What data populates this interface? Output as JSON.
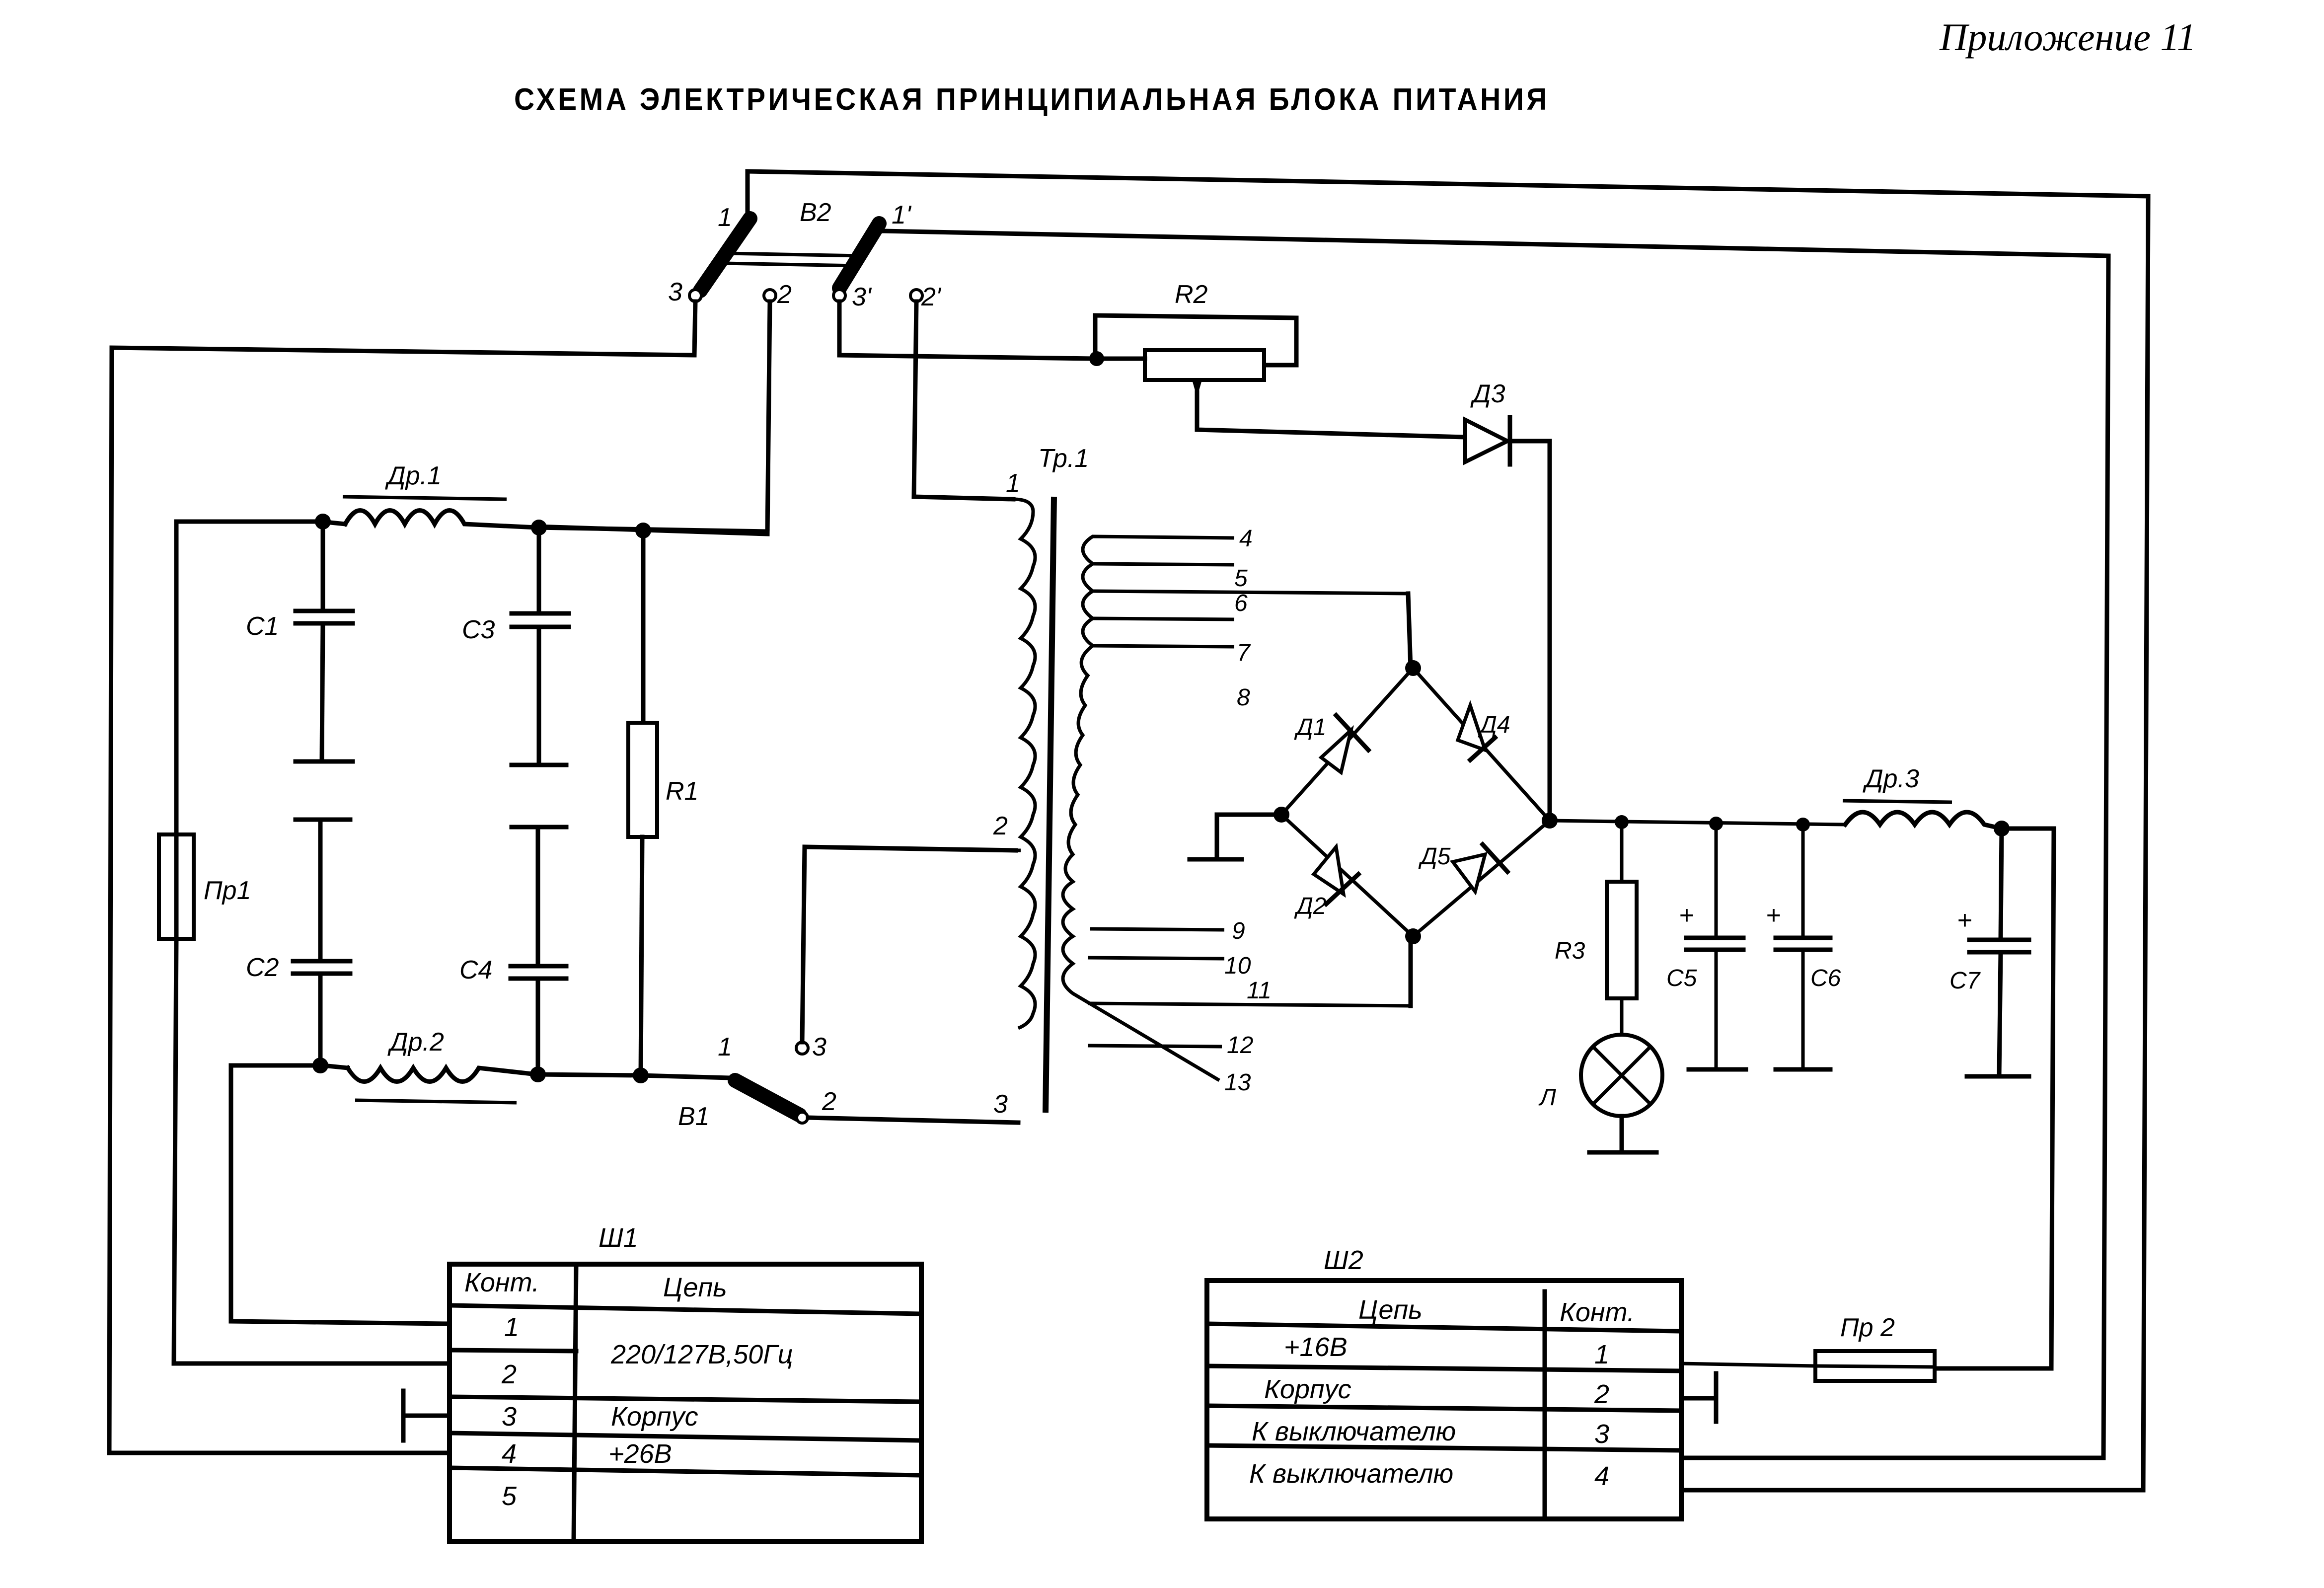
{
  "header": {
    "appendix": "Приложение 11",
    "title": "СХЕМА ЭЛЕКТРИЧЕСКАЯ ПРИНЦИПИАЛЬНАЯ БЛОКА ПИТАНИЯ"
  },
  "components": {
    "switch_b2": {
      "label": "В2",
      "pins": [
        "1",
        "2",
        "3",
        "1'",
        "2'",
        "3'"
      ]
    },
    "switch_b1": {
      "label": "В1",
      "pins": [
        "1",
        "2",
        "3"
      ]
    },
    "r1": "R1",
    "r2": "R2",
    "r3": "R3",
    "c1": "С1",
    "c2": "С2",
    "c3": "С3",
    "c4": "С4",
    "c5": "С5",
    "c6": "С6",
    "c7": "С7",
    "dr1": "Др.1",
    "dr2": "Др.2",
    "dr3": "Др.3",
    "fuse1": "Пр1",
    "fuse2": "Пр 2",
    "d1": "Д1",
    "d2": "Д2",
    "d3": "Д3",
    "d4": "Д4",
    "d5": "Д5",
    "lamp": "Л",
    "transformer": {
      "label": "Тр.1",
      "primary_taps": [
        "1",
        "2",
        "3"
      ],
      "secondary_taps": [
        "4",
        "5",
        "6",
        "7",
        "8",
        "9",
        "10",
        "11",
        "12",
        "13"
      ]
    },
    "plus_sign": "+"
  },
  "connector_sh1": {
    "label": "Ш1",
    "headers": [
      "Конт.",
      "Цепь"
    ],
    "rows": [
      {
        "contact": "1",
        "circuit": "220/127В,50Гц"
      },
      {
        "contact": "2",
        "circuit": ""
      },
      {
        "contact": "3",
        "circuit": "Корпус"
      },
      {
        "contact": "4",
        "circuit": "+26В"
      },
      {
        "contact": "5",
        "circuit": ""
      }
    ]
  },
  "connector_sh2": {
    "label": "Ш2",
    "headers": [
      "Цепь",
      "Конт."
    ],
    "rows": [
      {
        "circuit": "+16В",
        "contact": "1"
      },
      {
        "circuit": "Корпус",
        "contact": "2"
      },
      {
        "circuit": "К выключателю",
        "contact": "3"
      },
      {
        "circuit": "К выключателю",
        "contact": "4"
      }
    ]
  }
}
